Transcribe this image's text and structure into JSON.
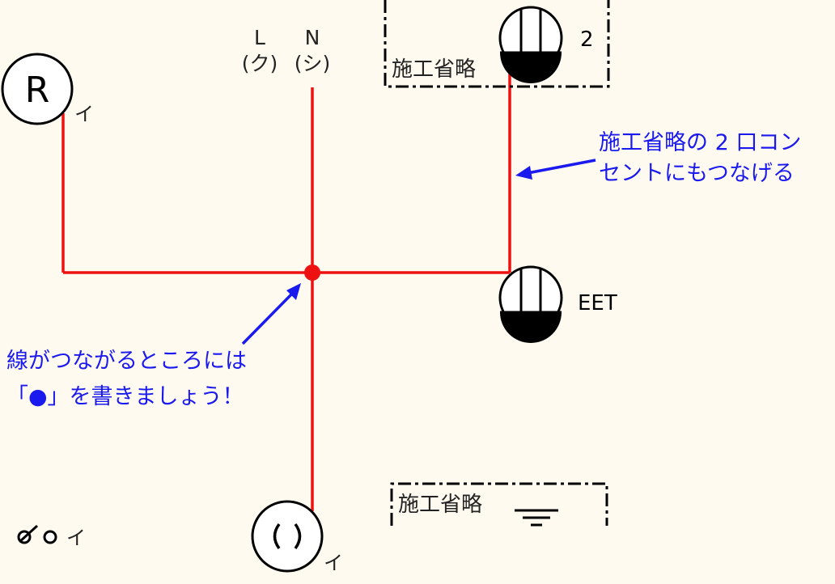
{
  "labels": {
    "line_l": "L",
    "line_n": "N",
    "line_l_color": "(ク)",
    "line_n_color": "(シ)",
    "r_lamp_symbol": "R",
    "r_lamp_switch": "イ",
    "switch_tag": "イ",
    "ceiling_light_tag": "イ",
    "outlet_top_count": "2",
    "outlet_eet": "EET",
    "omitted_top": "施工省略",
    "omitted_bottom": "施工省略"
  },
  "notes": {
    "outlet_note_line1": "施工省略の 2 口コン",
    "outlet_note_line2": "セントにもつなげる",
    "junction_note_line1": "線がつながるところには",
    "junction_note_line2": "「●」を書きましょう！"
  },
  "colors": {
    "wire": "#ee1111",
    "annotation": "#1a1aee",
    "symbol": "#000000",
    "background": "#fffaf0"
  }
}
